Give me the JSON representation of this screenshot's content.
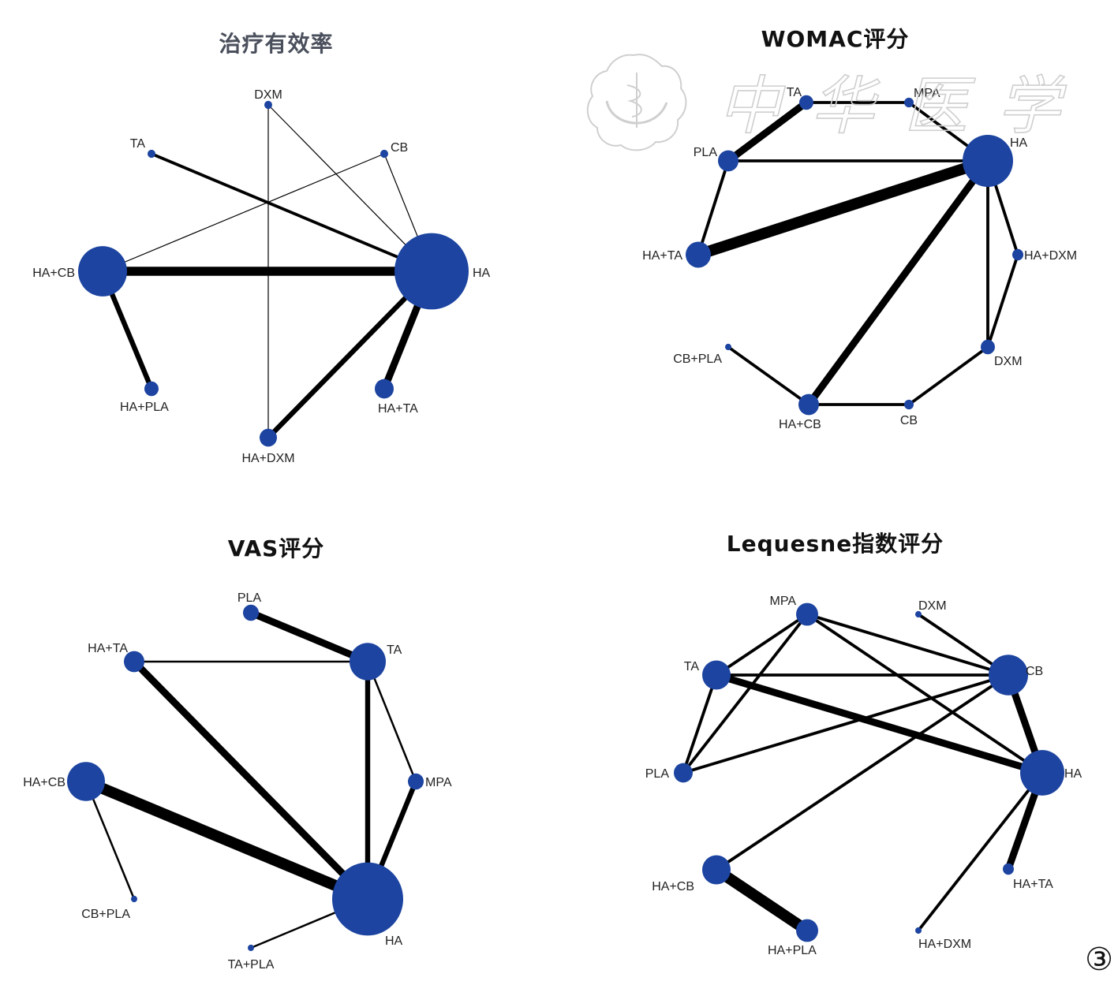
{
  "figure": {
    "number_label": "③",
    "node_color": "#1c44a0",
    "edge_color": "#000000",
    "watermark_text": "中华医学会"
  },
  "panels": [
    {
      "id": "efficacy",
      "title": "治疗有效率",
      "title_color": "#4a4f5c",
      "nodes": [
        "DXM",
        "CB",
        "HA",
        "HA+TA",
        "HA+DXM",
        "HA+PLA",
        "HA+CB",
        "TA"
      ],
      "edges": [
        {
          "source": "HA+CB",
          "target": "HA",
          "weight": 5
        },
        {
          "source": "HA",
          "target": "HA+TA",
          "weight": 4
        },
        {
          "source": "HA",
          "target": "HA+DXM",
          "weight": 3
        },
        {
          "source": "HA+CB",
          "target": "HA+PLA",
          "weight": 3
        },
        {
          "source": "TA",
          "target": "HA",
          "weight": 2
        },
        {
          "source": "DXM",
          "target": "HA",
          "weight": 1
        },
        {
          "source": "DXM",
          "target": "HA+DXM",
          "weight": 1
        },
        {
          "source": "CB",
          "target": "HA",
          "weight": 1
        },
        {
          "source": "CB",
          "target": "HA+CB",
          "weight": 1
        }
      ]
    },
    {
      "id": "womac",
      "title": "WOMAC评分",
      "title_color": "#111111",
      "nodes": [
        "TA",
        "MPA",
        "HA",
        "HA+DXM",
        "DXM",
        "CB",
        "HA+CB",
        "CB+PLA",
        "HA+TA",
        "PLA"
      ],
      "edges": [
        {
          "source": "HA+TA",
          "target": "HA",
          "weight": 6
        },
        {
          "source": "HA",
          "target": "HA+CB",
          "weight": 4
        },
        {
          "source": "PLA",
          "target": "TA",
          "weight": 4
        },
        {
          "source": "TA",
          "target": "MPA",
          "weight": 2
        },
        {
          "source": "MPA",
          "target": "HA",
          "weight": 2
        },
        {
          "source": "PLA",
          "target": "HA",
          "weight": 2
        },
        {
          "source": "PLA",
          "target": "HA+TA",
          "weight": 2
        },
        {
          "source": "HA",
          "target": "HA+DXM",
          "weight": 2
        },
        {
          "source": "HA",
          "target": "DXM",
          "weight": 2
        },
        {
          "source": "HA+DXM",
          "target": "DXM",
          "weight": 2
        },
        {
          "source": "DXM",
          "target": "CB",
          "weight": 2
        },
        {
          "source": "CB",
          "target": "HA+CB",
          "weight": 2
        },
        {
          "source": "CB+PLA",
          "target": "HA+CB",
          "weight": 2
        }
      ]
    },
    {
      "id": "vas",
      "title": "VAS评分",
      "title_color": "#111111",
      "nodes": [
        "PLA",
        "TA",
        "MPA",
        "HA",
        "TA+PLA",
        "CB+PLA",
        "HA+CB",
        "HA+TA"
      ],
      "edges": [
        {
          "source": "HA+CB",
          "target": "HA",
          "weight": 6
        },
        {
          "source": "HA+TA",
          "target": "HA",
          "weight": 4
        },
        {
          "source": "PLA",
          "target": "TA",
          "weight": 4
        },
        {
          "source": "TA",
          "target": "HA",
          "weight": 3
        },
        {
          "source": "MPA",
          "target": "HA",
          "weight": 3
        },
        {
          "source": "HA+TA",
          "target": "TA",
          "weight": 1.5
        },
        {
          "source": "TA",
          "target": "MPA",
          "weight": 1.5
        },
        {
          "source": "HA+CB",
          "target": "CB+PLA",
          "weight": 1.5
        },
        {
          "source": "HA",
          "target": "TA+PLA",
          "weight": 1.5
        }
      ]
    },
    {
      "id": "lequesne",
      "title": "Lequesne指数评分",
      "title_color": "#111111",
      "nodes": [
        "MPA",
        "DXM",
        "CB",
        "HA",
        "HA+TA",
        "HA+DXM",
        "HA+PLA",
        "HA+CB",
        "PLA",
        "TA"
      ],
      "edges": [
        {
          "source": "HA+CB",
          "target": "HA+PLA",
          "weight": 6
        },
        {
          "source": "TA",
          "target": "HA",
          "weight": 4
        },
        {
          "source": "CB",
          "target": "HA",
          "weight": 4
        },
        {
          "source": "HA",
          "target": "HA+TA",
          "weight": 4
        },
        {
          "source": "MPA",
          "target": "TA",
          "weight": 2
        },
        {
          "source": "MPA",
          "target": "PLA",
          "weight": 2
        },
        {
          "source": "MPA",
          "target": "CB",
          "weight": 2
        },
        {
          "source": "MPA",
          "target": "HA",
          "weight": 2
        },
        {
          "source": "TA",
          "target": "PLA",
          "weight": 2
        },
        {
          "source": "TA",
          "target": "CB",
          "weight": 2
        },
        {
          "source": "PLA",
          "target": "CB",
          "weight": 2
        },
        {
          "source": "DXM",
          "target": "CB",
          "weight": 2
        },
        {
          "source": "CB",
          "target": "HA+CB",
          "weight": 2
        },
        {
          "source": "HA",
          "target": "HA+DXM",
          "weight": 2
        }
      ]
    }
  ]
}
